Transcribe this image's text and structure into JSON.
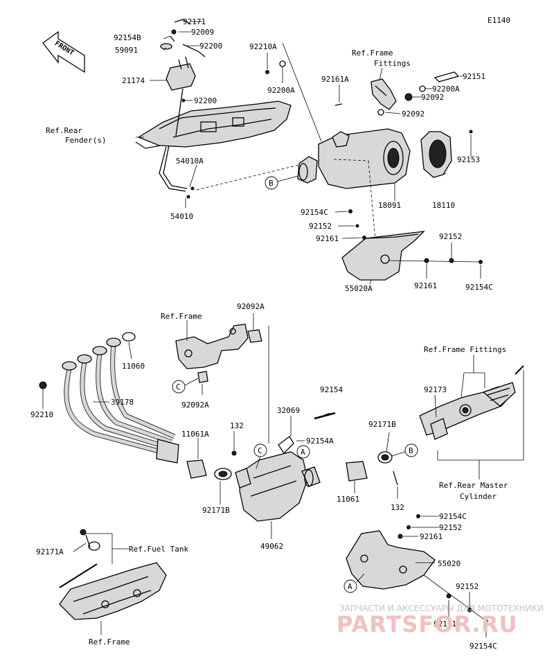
{
  "diagram": {
    "figure_id": "E1140",
    "front_label": "FRONT",
    "part_labels": [
      "92171",
      "92154B",
      "92009",
      "59091",
      "92200",
      "21174",
      "92200",
      "Ref.Rear",
      "Fender(s)",
      "54010A",
      "54010",
      "92210A",
      "92200A",
      "92161A",
      "Ref.Frame",
      "Fittings",
      "92151",
      "92200A",
      "92092",
      "92092",
      "92153",
      "18091",
      "18110",
      "92154C",
      "92152",
      "92161",
      "55020A",
      "92152",
      "92161",
      "92154C",
      "Ref.Frame",
      "92092A",
      "11060",
      "92092A",
      "92210",
      "39178",
      "11061A",
      "132",
      "32069",
      "92154",
      "92154A",
      "92171B",
      "11061",
      "132",
      "92171B",
      "49062",
      "Ref.Frame Fittings",
      "92173",
      "Ref.Rear Master",
      "Cylinder",
      "92171A",
      "Ref.Fuel Tank",
      "Ref.Frame",
      "92154C",
      "92152",
      "92161",
      "55020",
      "92152",
      "92161",
      "92154C"
    ],
    "callouts": [
      "B",
      "C",
      "C",
      "A",
      "B",
      "A"
    ]
  },
  "watermark": {
    "caption": "ЗАПЧАСТИ И АКСЕССУАРЫ ДЛЯ МОТОТЕХНИКИ",
    "logo": "PARTSFOR.RU"
  }
}
